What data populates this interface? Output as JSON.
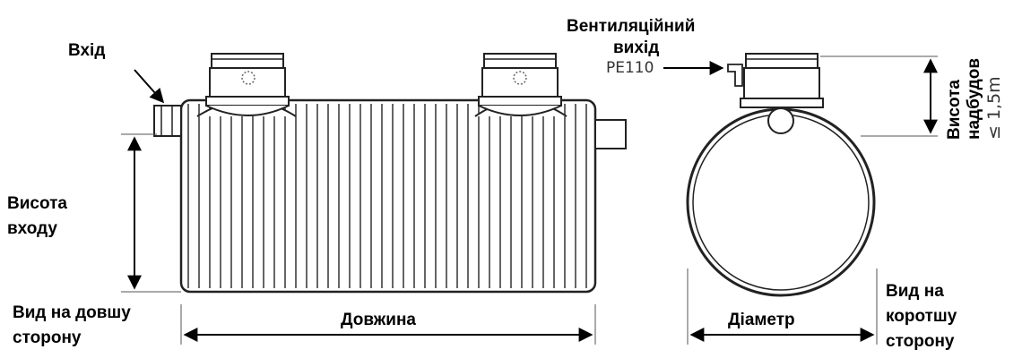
{
  "labels": {
    "inlet": "Вхід",
    "vent_line1": "Вентиляційний",
    "vent_line2": "вихід",
    "vent_pipe": "PE110",
    "inlet_height_line1": "Висота",
    "inlet_height_line2": "входу",
    "long_side_line1": "Вид на довшу",
    "long_side_line2": "сторону",
    "length": "Довжина",
    "diameter": "Діаметр",
    "short_side_line1": "Вид на",
    "short_side_line2": "коротшу",
    "short_side_line3": "сторону",
    "ext_height_line1": "Висота",
    "ext_height_line2": "надбудов",
    "ext_height_limit": "≤ 1,5m"
  }
}
